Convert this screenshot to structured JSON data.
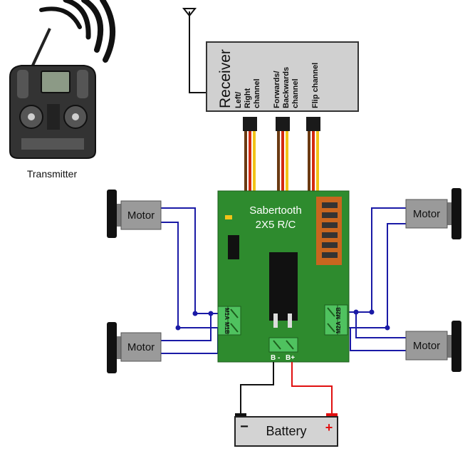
{
  "transmitter": {
    "label": "Transmitter"
  },
  "receiver": {
    "title": "Receiver",
    "channel_left_1": "Left/",
    "channel_left_2": "Right",
    "channel_left_3": "channel",
    "channel_fb_1": "Forwards/",
    "channel_fb_2": "Backwards",
    "channel_fb_3": "channel",
    "channel_flip": "Flip channel"
  },
  "controller": {
    "name_line1": "Sabertooth",
    "name_line2": "2X5 R/C",
    "terminal_m1a": "M1A",
    "terminal_m1b": "M1B",
    "terminal_m2a": "M2A",
    "terminal_m2b": "M2B",
    "terminal_bminus": "B -",
    "terminal_bplus": "B+"
  },
  "motors": [
    {
      "label": "Motor"
    },
    {
      "label": "Motor"
    },
    {
      "label": "Motor"
    },
    {
      "label": "Motor"
    }
  ],
  "battery": {
    "label": "Battery",
    "minus": "−",
    "plus": "+"
  },
  "colors": {
    "board": "#2e8b2e",
    "wire_motor": "#1a1aa6",
    "wire_battery_pos": "#e01010",
    "wire_battery_neg": "#111111",
    "servo_signal": "#f2c318",
    "servo_power": "#d42a10",
    "servo_ground": "#6b3a12",
    "dip_switch": "#c8661f"
  }
}
